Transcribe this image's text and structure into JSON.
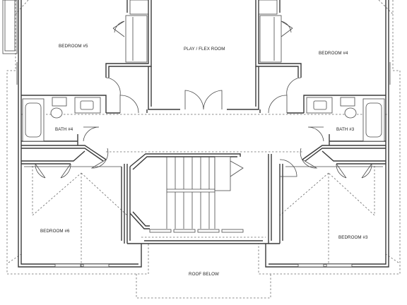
{
  "rooms": {
    "bedroom5": "BEDROOM #5",
    "play": "PLAY / FLEX ROOM",
    "bedroom4": "BEDROOM #4",
    "bath4": "BATH #4",
    "bath3": "BATH #3",
    "bedroom6": "BEDROOM #6",
    "bedroom3": "BEDROOM #3",
    "roof": "ROOF BELOW"
  }
}
